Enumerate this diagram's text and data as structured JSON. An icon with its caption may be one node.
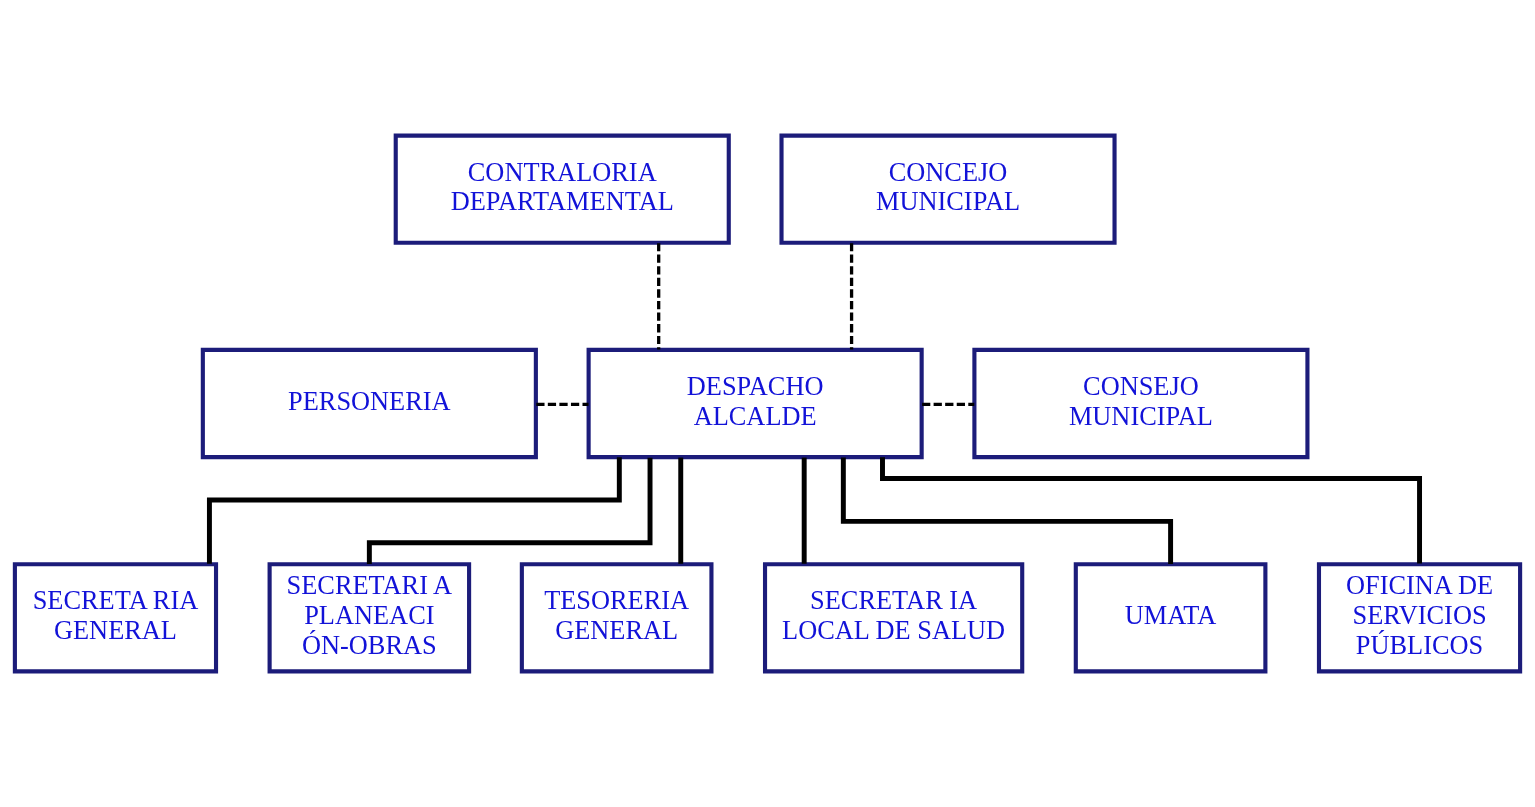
{
  "diagram": {
    "nodes": [
      {
        "text": [
          "CONTRALORIA DEPARTAMENTAL"
        ]
      },
      {
        "text": [
          "CONCEJO MUNICIPAL"
        ]
      },
      {
        "text": [
          "PERSONERIA"
        ]
      },
      {
        "text": [
          "DESPACHO ALCALDE"
        ]
      },
      {
        "text": [
          "CONSEJO MUNICIPAL"
        ]
      },
      {
        "text": [
          "SECRETA RIA GENERAL"
        ]
      },
      {
        "text": [
          "SECRETARI A PLANEACI ÓN-OBRAS"
        ]
      },
      {
        "text": [
          "TESORERIA GENERAL"
        ]
      },
      {
        "text": [
          "SECRETAR IA LOCAL DE SALUD"
        ]
      },
      {
        "text": [
          "UMATA"
        ]
      },
      {
        "text": [
          "OFICINA DE SERVICIOS PÚBLICOS"
        ]
      }
    ],
    "edges": [
      {
        "from": 0,
        "to": 3,
        "arrow": "none",
        "style": "dashed"
      },
      {
        "from": 1,
        "to": 3,
        "arrow": "none",
        "style": "dashed"
      },
      {
        "from": 2,
        "to": 3,
        "arrow": "none",
        "style": "dashed"
      },
      {
        "from": 3,
        "to": 4,
        "arrow": "none",
        "style": "dashed"
      },
      {
        "from": 3,
        "to": 5,
        "arrow": "none"
      },
      {
        "from": 3,
        "to": 6,
        "arrow": "none"
      },
      {
        "from": 3,
        "to": 7,
        "arrow": "none"
      },
      {
        "from": 3,
        "to": 8,
        "arrow": "none"
      },
      {
        "from": 3,
        "to": 9,
        "arrow": "none"
      },
      {
        "from": 3,
        "to": 10,
        "arrow": "none"
      }
    ]
  }
}
